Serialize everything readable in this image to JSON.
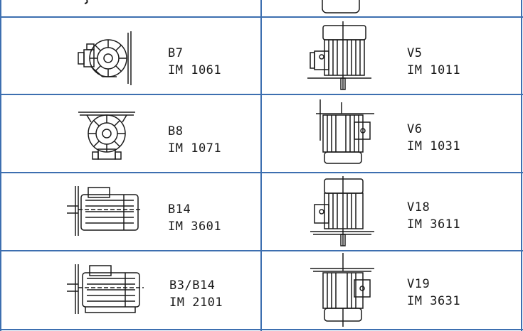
{
  "rows": [
    {
      "left": {
        "code": "B7",
        "im": "IM 1061",
        "icon": "motor-foot-side-view-icon"
      },
      "right": {
        "code": "V5",
        "im": "IM 1011",
        "icon": "motor-vertical-shaft-down-icon"
      }
    },
    {
      "left": {
        "code": "B8",
        "im": "IM 1071",
        "icon": "motor-ceiling-mount-view-icon"
      },
      "right": {
        "code": "V6",
        "im": "IM 1031",
        "icon": "motor-vertical-shaft-up-icon"
      }
    },
    {
      "left": {
        "code": "B14",
        "im": "IM 3601",
        "icon": "motor-face-flange-icon"
      },
      "right": {
        "code": "V18",
        "im": "IM 3611",
        "icon": "motor-face-flange-vertical-down-icon"
      }
    },
    {
      "left": {
        "code": "B3/B14",
        "im": "IM 2101",
        "icon": "motor-foot-and-flange-icon"
      },
      "right": {
        "code": "V19",
        "im": "IM 3631",
        "icon": "motor-face-flange-vertical-up-icon"
      }
    }
  ],
  "colors": {
    "grid": "#3d6fb0",
    "ink": "#1a1a1a"
  }
}
